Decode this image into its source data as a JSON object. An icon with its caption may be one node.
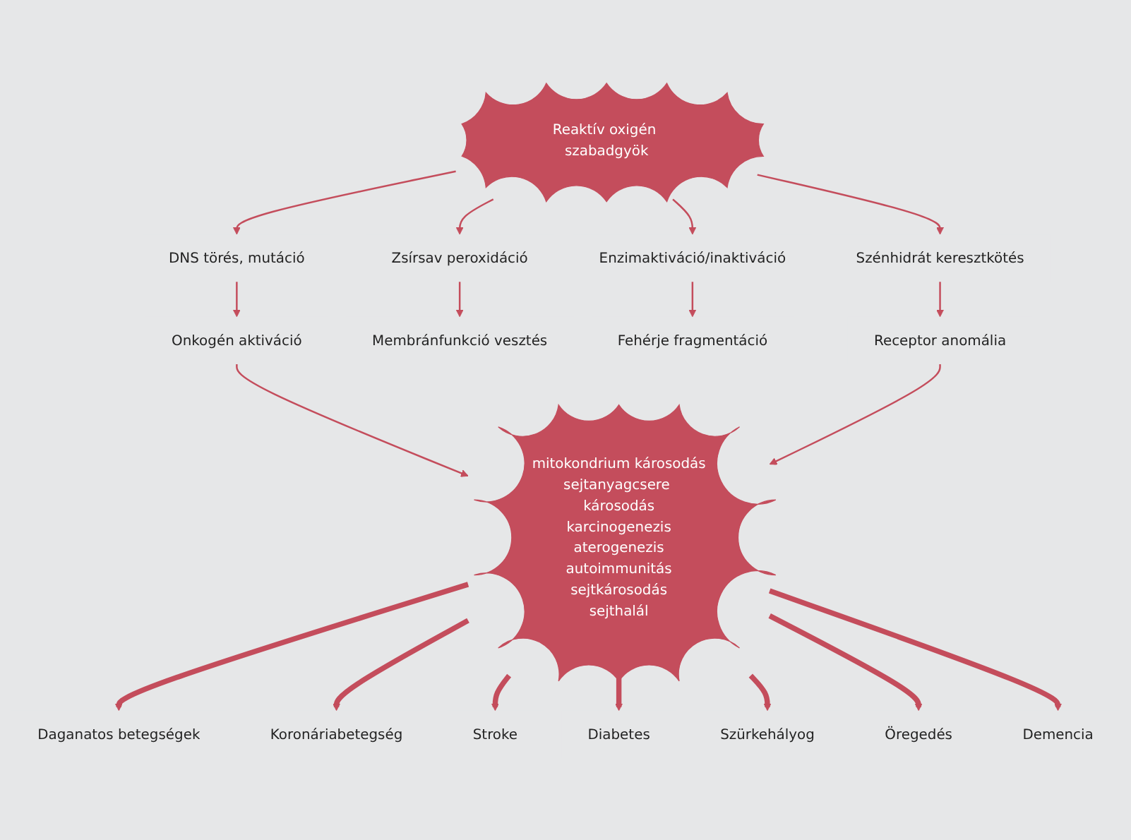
{
  "diagram": {
    "nodes": [
      {
        "text": [
          "Reaktív oxigén szabadgyök"
        ]
      },
      {
        "text": [
          "DNS törés, mutáció"
        ]
      },
      {
        "text": [
          "Zsírsav peroxidáció"
        ]
      },
      {
        "text": [
          "Enzimaktiváció/inaktiváció"
        ]
      },
      {
        "text": [
          "Szénhidrát keresztkötés"
        ]
      },
      {
        "text": [
          "Onkogén aktiváció"
        ]
      },
      {
        "text": [
          "Membránfunkció vesztés"
        ]
      },
      {
        "text": [
          "Fehérje fragmentáció"
        ]
      },
      {
        "text": [
          "Receptor anomália"
        ]
      },
      {
        "text": [
          "mitokondrium károsodás",
          "sejtanyagcsere károsodás",
          "karcinogenezis",
          "aterogenezis",
          "autoimmunitás",
          "sejtkárosodás",
          "sejthalál"
        ]
      },
      {
        "text": [
          "Daganatos betegségek"
        ]
      },
      {
        "text": [
          "Koronáriabetegség"
        ]
      },
      {
        "text": [
          "Stroke"
        ]
      },
      {
        "text": [
          "Diabetes"
        ]
      },
      {
        "text": [
          "Szürkehályog"
        ]
      },
      {
        "text": [
          "Öregedés"
        ]
      },
      {
        "text": [
          "Demencia"
        ]
      }
    ],
    "edges": [
      {
        "from": 0,
        "to": 1,
        "arrow": "to"
      },
      {
        "from": 0,
        "to": 2,
        "arrow": "to"
      },
      {
        "from": 0,
        "to": 3,
        "arrow": "to"
      },
      {
        "from": 0,
        "to": 4,
        "arrow": "to"
      },
      {
        "from": 1,
        "to": 5,
        "arrow": "to"
      },
      {
        "from": 2,
        "to": 6,
        "arrow": "to"
      },
      {
        "from": 3,
        "to": 7,
        "arrow": "to"
      },
      {
        "from": 4,
        "to": 8,
        "arrow": "to"
      },
      {
        "from": 5,
        "to": 9,
        "arrow": "to"
      },
      {
        "from": 8,
        "to": 9,
        "arrow": "to"
      },
      {
        "from": 9,
        "to": 10,
        "arrow": "to",
        "style": "thick"
      },
      {
        "from": 9,
        "to": 11,
        "arrow": "to",
        "style": "thick"
      },
      {
        "from": 9,
        "to": 12,
        "arrow": "to",
        "style": "thick"
      },
      {
        "from": 9,
        "to": 13,
        "arrow": "to",
        "style": "thick"
      },
      {
        "from": 9,
        "to": 14,
        "arrow": "to",
        "style": "thick"
      },
      {
        "from": 9,
        "to": 15,
        "arrow": "to",
        "style": "thick"
      },
      {
        "from": 9,
        "to": 16,
        "arrow": "to",
        "style": "thick"
      }
    ]
  }
}
